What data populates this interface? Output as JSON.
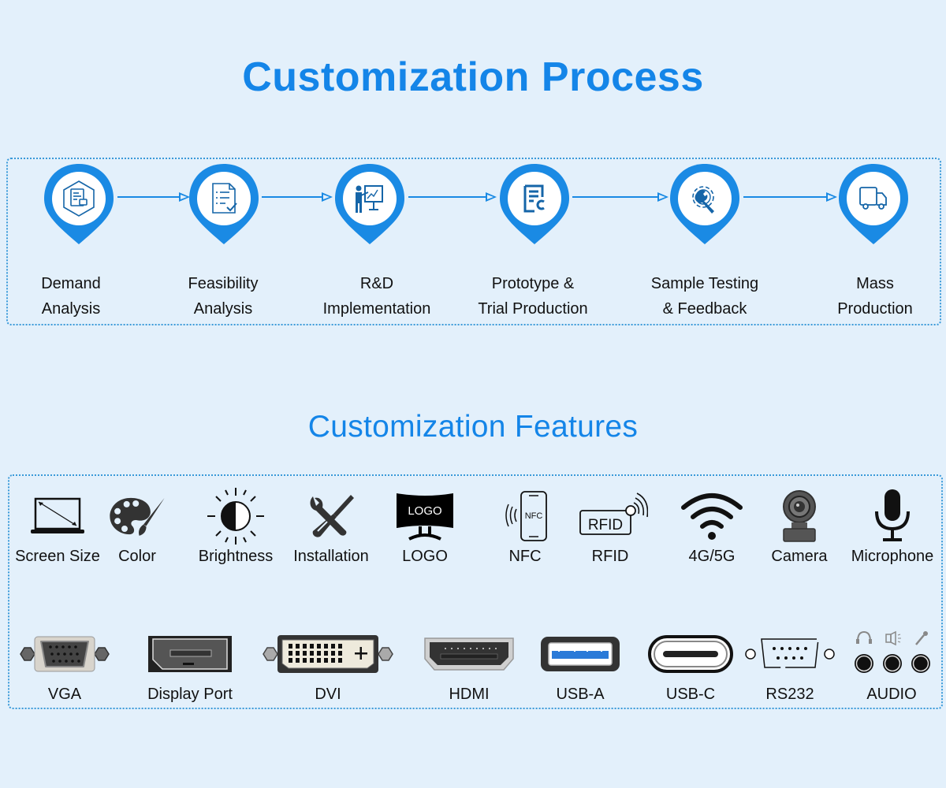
{
  "process": {
    "title": "Customization Process",
    "steps": [
      {
        "icon": "demand-document-icon",
        "line1": "Demand",
        "line2": "Analysis"
      },
      {
        "icon": "checklist-icon",
        "line1": "Feasibility",
        "line2": "Analysis"
      },
      {
        "icon": "presentation-chart-icon",
        "line1": "R&D",
        "line2": "Implementation"
      },
      {
        "icon": "prototype-document-icon",
        "line1": "Prototype &",
        "line2": "Trial Production"
      },
      {
        "icon": "gear-wrench-icon",
        "line1": "Sample Testing",
        "line2": "& Feedback"
      },
      {
        "icon": "delivery-truck-icon",
        "line1": "Mass",
        "line2": "Production"
      }
    ]
  },
  "features": {
    "title": "Customization Features",
    "options": [
      {
        "icon": "screen-size-icon",
        "label": "Screen Size"
      },
      {
        "icon": "color-palette-icon",
        "label": "Color"
      },
      {
        "icon": "brightness-icon",
        "label": "Brightness"
      },
      {
        "icon": "tools-icon",
        "label": "Installation"
      },
      {
        "icon": "logo-monitor-icon",
        "label": "LOGO",
        "icon_text": "LOGO"
      },
      {
        "icon": "nfc-phone-icon",
        "label": "NFC",
        "icon_text": "NFC"
      },
      {
        "icon": "rfid-tag-icon",
        "label": "RFID",
        "icon_text": "RFID"
      },
      {
        "icon": "wifi-icon",
        "label": "4G/5G"
      },
      {
        "icon": "webcam-icon",
        "label": "Camera"
      },
      {
        "icon": "microphone-icon",
        "label": "Microphone"
      }
    ],
    "ports": [
      {
        "icon": "vga-port-icon",
        "label": "VGA"
      },
      {
        "icon": "displayport-port-icon",
        "label": "Display Port"
      },
      {
        "icon": "dvi-port-icon",
        "label": "DVI"
      },
      {
        "icon": "hdmi-port-icon",
        "label": "HDMI"
      },
      {
        "icon": "usb-a-port-icon",
        "label": "USB-A"
      },
      {
        "icon": "usb-c-port-icon",
        "label": "USB-C"
      },
      {
        "icon": "rs232-port-icon",
        "label": "RS232"
      },
      {
        "icon": "audio-jacks-icon",
        "label": "AUDIO"
      }
    ]
  },
  "colors": {
    "accent": "#1485e8",
    "pin": "#1a8ae4",
    "background": "#e3f0fb",
    "icon_dark": "#1565a8",
    "usb_blue": "#2a7ad8"
  }
}
